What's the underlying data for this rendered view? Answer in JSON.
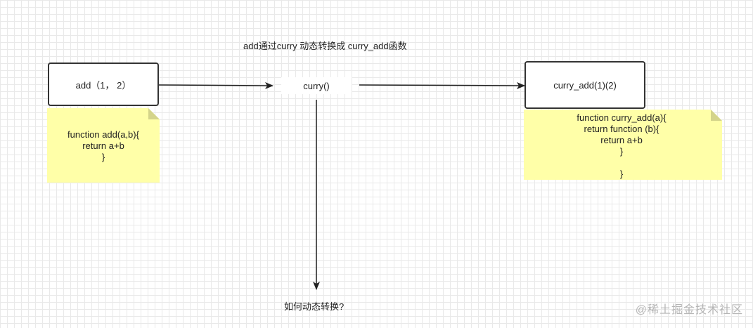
{
  "title": "add通过curry 动态转换成 curry_add函数",
  "nodes": {
    "add_box": "add（1， 2）",
    "curry_label": "curry()",
    "curry_add_box": "curry_add(1)(2)"
  },
  "notes": {
    "add_code": [
      "function add(a,b){",
      "return a+b",
      "}"
    ],
    "curry_add_code": [
      "function curry_add(a){",
      "return function (b){",
      "return a+b",
      "}",
      "",
      "}"
    ]
  },
  "question": "如何动态转换?",
  "watermark": "@稀土掘金技术社区",
  "colors": {
    "note_fill": "#ffffa8",
    "note_fold": "#d4d48a",
    "stroke": "#333333"
  }
}
